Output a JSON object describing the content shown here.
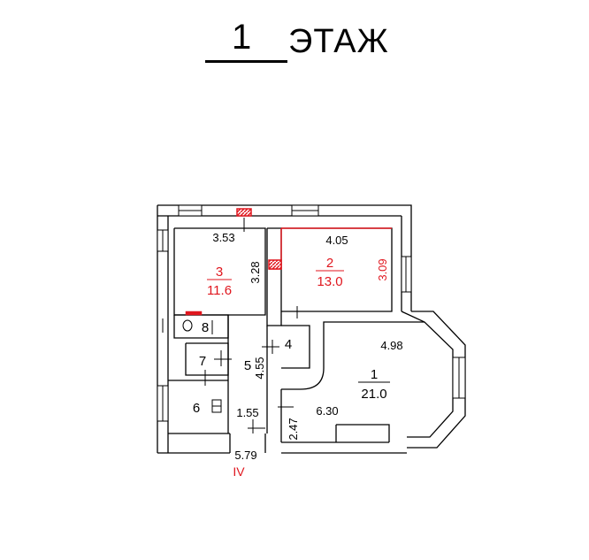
{
  "header": {
    "floor_number": "1",
    "floor_label": "ЭТАЖ"
  },
  "colors": {
    "walls": "#000000",
    "highlight": "#e0161e"
  },
  "rooms": [
    {
      "id": "1",
      "number": "1",
      "area": "21.0",
      "highlighted": false
    },
    {
      "id": "2",
      "number": "2",
      "area": "13.0",
      "highlighted": true
    },
    {
      "id": "3",
      "number": "3",
      "area": "11.6",
      "highlighted": true
    },
    {
      "id": "4",
      "number": "4",
      "area": "",
      "highlighted": false
    },
    {
      "id": "5",
      "number": "5",
      "area": "",
      "highlighted": false
    },
    {
      "id": "6",
      "number": "6",
      "area": "",
      "highlighted": false
    },
    {
      "id": "7",
      "number": "7",
      "area": "",
      "highlighted": false
    },
    {
      "id": "8",
      "number": "8",
      "area": "",
      "highlighted": false
    }
  ],
  "dimensions": {
    "room3_width": "3.53",
    "room3_depth": "3.28",
    "room2_width": "4.05",
    "room2_depth": "3.09",
    "room1_top": "4.98",
    "room1_width": "6.30",
    "room1_left": "2.47",
    "corridor_length": "4.55",
    "room6_width": "1.55",
    "entrance_width": "5.79"
  },
  "section_mark": "IV"
}
